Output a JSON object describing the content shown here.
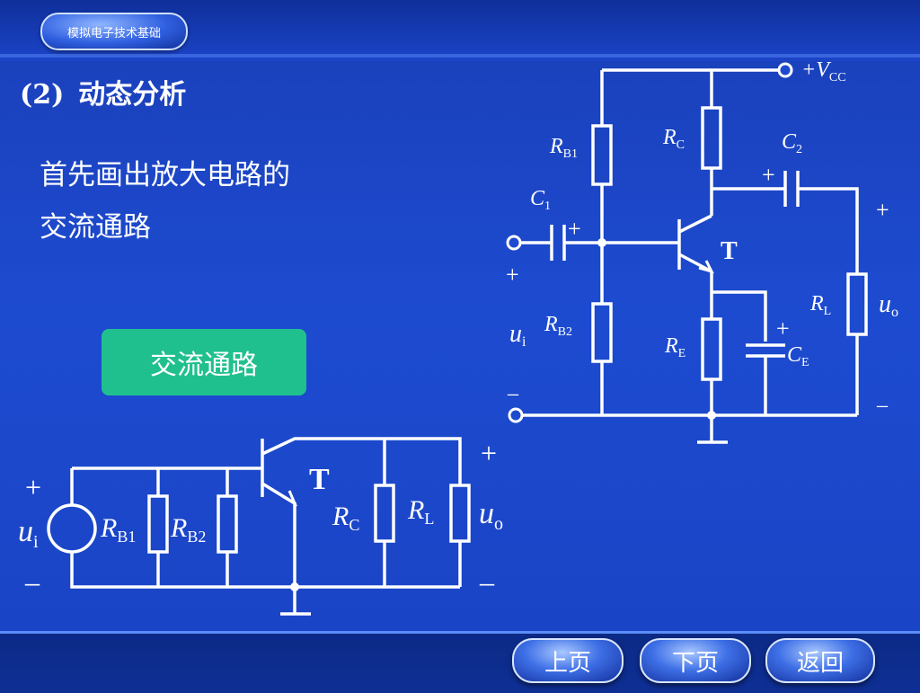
{
  "header": {
    "course_title": "模拟电子技术基础"
  },
  "section": {
    "number": "(2)",
    "title": "动态分析"
  },
  "intro_text": "首先画出放大电路的交流通路",
  "ac_path_button": "交流通路",
  "nav": {
    "prev": "上页",
    "next": "下页",
    "back": "返回"
  },
  "circuit_top": {
    "vcc_label": "+V",
    "vcc_sub": "CC",
    "rb1": "R",
    "rb1_sub": "B1",
    "rc": "R",
    "rc_sub": "C",
    "c1": "C",
    "c1_sub": "1",
    "c2": "C",
    "c2_sub": "2",
    "transistor": "T",
    "rb2": "R",
    "rb2_sub": "B2",
    "re": "R",
    "re_sub": "E",
    "ce": "C",
    "ce_sub": "E",
    "rl": "R",
    "rl_sub": "L",
    "ui": "u",
    "ui_sub": "i",
    "uo": "u",
    "uo_sub": "o",
    "plus": "+",
    "minus": "–"
  },
  "circuit_bottom": {
    "transistor": "T",
    "rb1": "R",
    "rb1_sub": "B1",
    "rb2": "R",
    "rb2_sub": "B2",
    "rc": "R",
    "rc_sub": "C",
    "rl": "R",
    "rl_sub": "L",
    "ui": "u",
    "ui_sub": "i",
    "uo": "u",
    "uo_sub": "o",
    "plus": "+",
    "minus": "–"
  }
}
